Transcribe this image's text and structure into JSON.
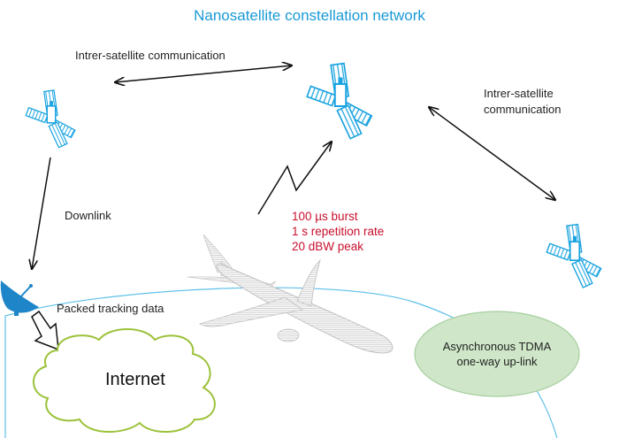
{
  "title": "Nanosatellite constellation network",
  "labels": {
    "isl_top": "Intrer-satellite communication",
    "isl_right_line1": "Intrer-satellite",
    "isl_right_line2": "communication",
    "downlink": "Downlink",
    "packed_tracking": "Packed tracking data",
    "internet": "Internet",
    "tdma_line1": "Asynchronous TDMA",
    "tdma_line2": "one-way up-link"
  },
  "signal_specs": [
    "100  µs burst",
    "1 s repetition rate",
    "20 dBW peak"
  ],
  "colors": {
    "title": "#1a9ad6",
    "satellite": "#1aa3e0",
    "earth_line": "#5cc0e8",
    "dish": "#1e86c8",
    "specs": "#c8102e",
    "cloud": "#9cc23a",
    "ellipse_fill": "#cfe7c8",
    "ellipse_stroke": "#a7cfa0"
  },
  "icons": [
    "satellite-icon",
    "satellite-dish-icon",
    "airplane-icon",
    "cloud-shape",
    "arrow-down-outline-icon"
  ]
}
